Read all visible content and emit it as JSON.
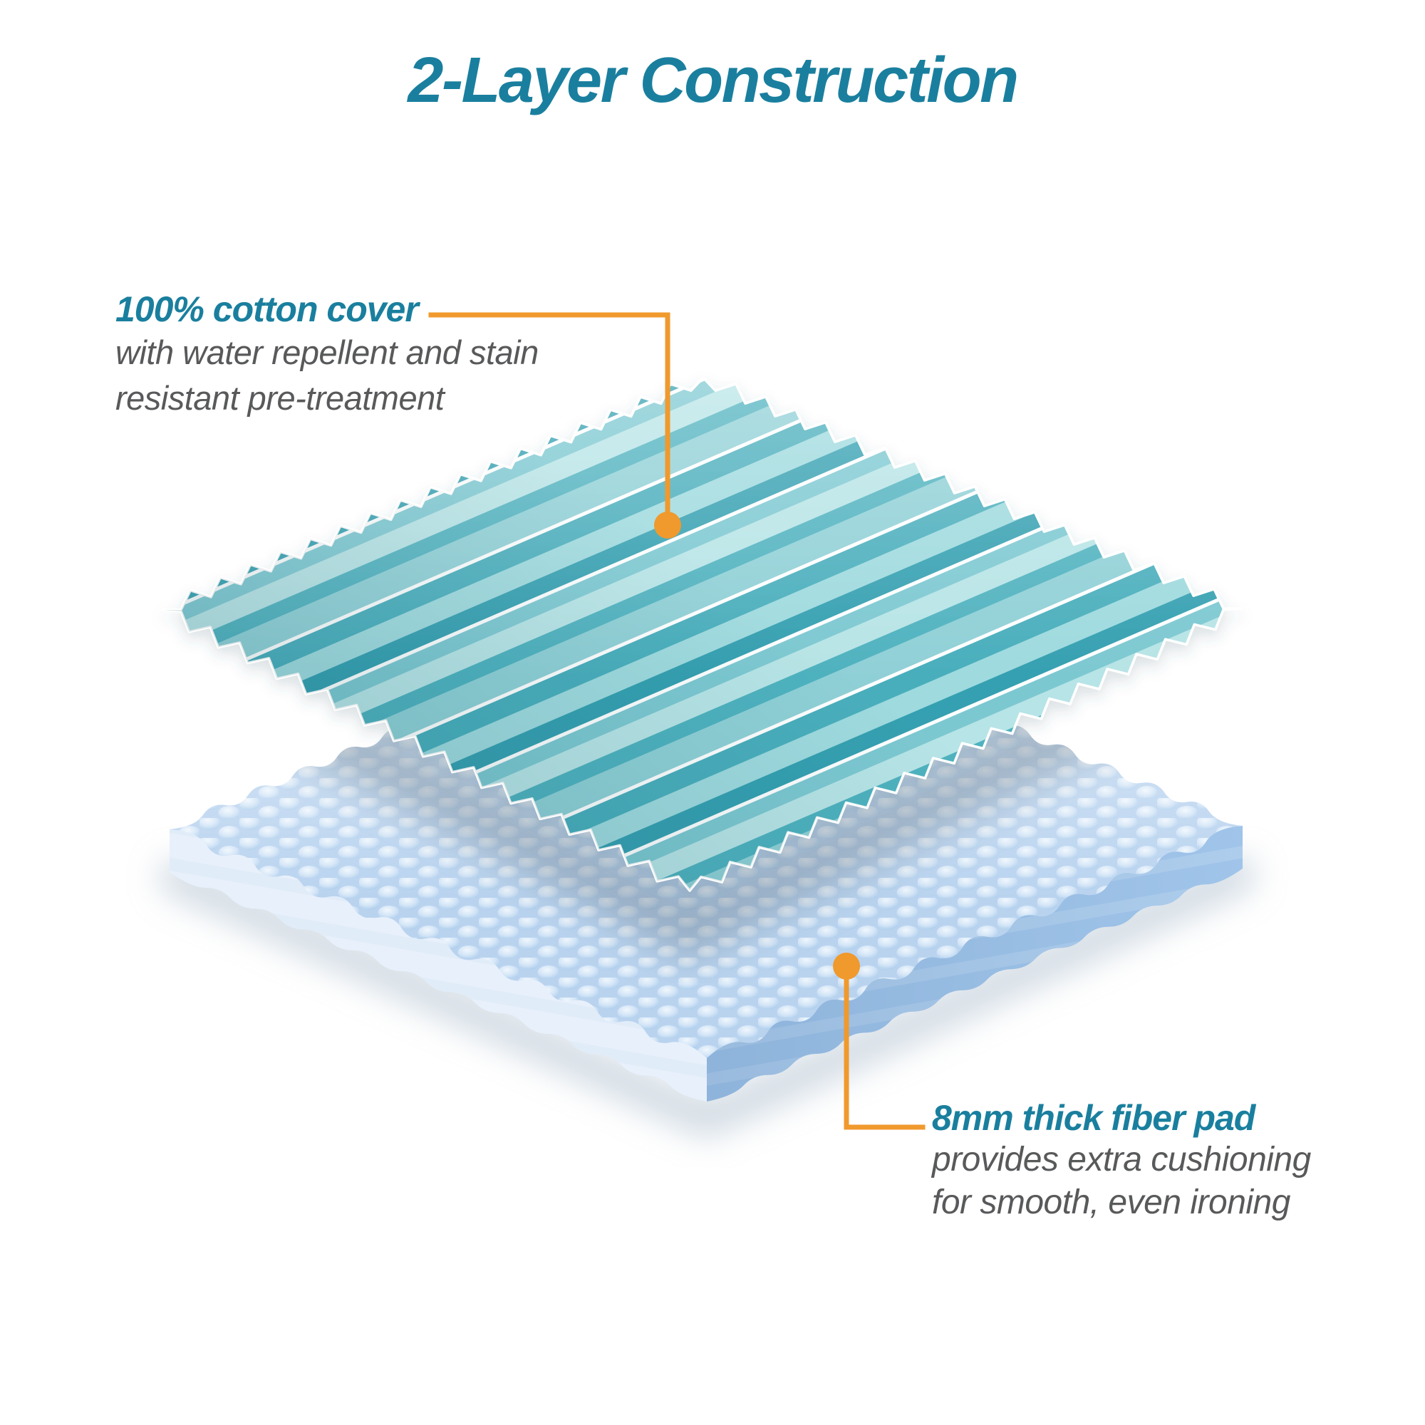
{
  "title": "2-Layer Construction",
  "callouts": {
    "cotton_cover": {
      "heading": "100% cotton cover",
      "body_line1": "with water repellent and stain",
      "body_line2": "resistant pre-treatment"
    },
    "fiber_pad": {
      "heading": "8mm thick fiber pad",
      "body_line1": "provides extra cushioning",
      "body_line2": "for smooth, even ironing"
    }
  },
  "colors": {
    "heading_teal": "#1a7f9e",
    "body_gray": "#58595b",
    "leader_orange": "#f0992d",
    "fabric_stripes": [
      "#8fd0d6",
      "#ffffff",
      "#49aebc",
      "#9edade",
      "#35a0b1",
      "#ffffff",
      "#7cc8d1",
      "#b7e4e6",
      "#4fb2bf"
    ],
    "fabric_edge_white": "#ffffff",
    "foam_bump_base": "#b9d3ef",
    "foam_bump_hi": "#f0f7fd",
    "foam_bump_mid": "#d3e5f7",
    "foam_bump_lo": "#adcdec",
    "foam_side_light": "#e8f0fb",
    "foam_side_light_ridge": "#dbe8f7",
    "foam_side_dark": "#a3c7ec",
    "foam_side_dark_ridge": "#bcd7f2",
    "shadow_blue_gray": "#6b7f8f"
  }
}
